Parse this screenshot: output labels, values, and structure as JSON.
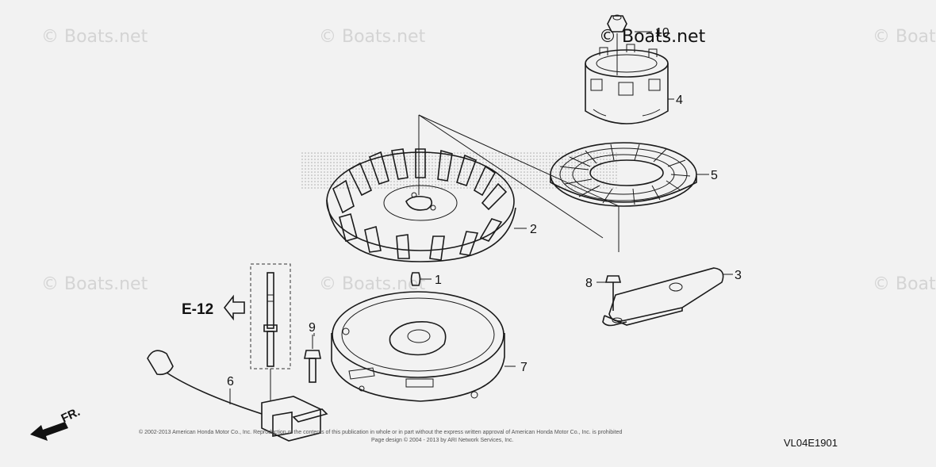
{
  "watermarks": [
    "© Boats.net",
    "© Boats.net",
    "© Boats.net",
    "© Boats.net",
    "© Boats.net",
    "© Boats.net"
  ],
  "brand_watermark": "© Boats.net",
  "callouts": {
    "c1": "1",
    "c2": "2",
    "c3": "3",
    "c4": "4",
    "c5": "5",
    "c6": "6",
    "c7": "7",
    "c8": "8",
    "c9": "9",
    "c10": "10"
  },
  "reference": "E-12",
  "direction": "FR.",
  "diagram_code": "VL04E1901",
  "copyright_line1": "© 2002-2013 American Honda Motor Co., Inc. Reproduction of the contents of this publication in whole or in part without the express written approval of American Honda Motor Co., Inc. is prohibited",
  "copyright_line2": "Page design © 2004 - 2013 by ARI Network Services, Inc."
}
